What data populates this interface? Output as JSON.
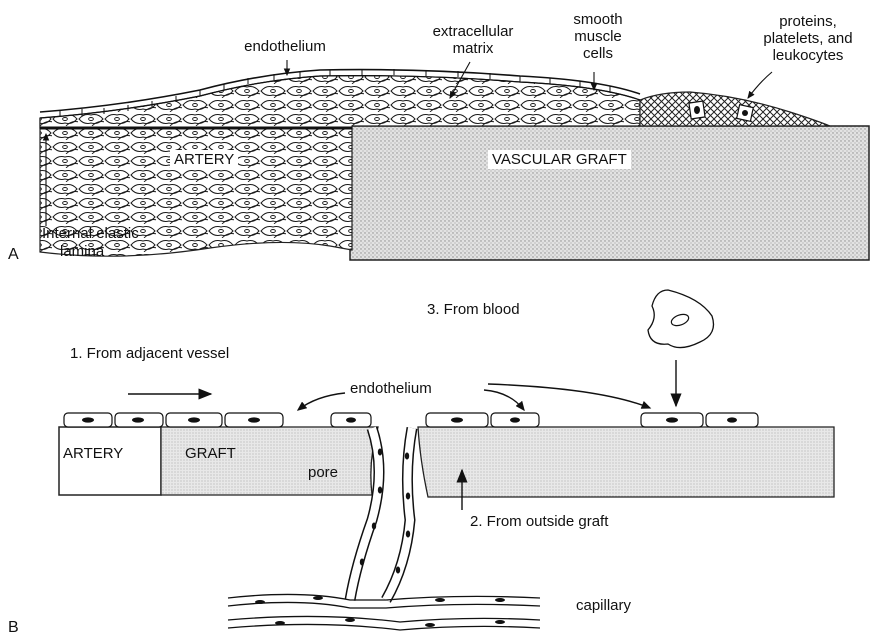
{
  "panel_a": {
    "letter": "A",
    "labels": {
      "endothelium": "endothelium",
      "extracellular_matrix_1": "extracellular",
      "extracellular_matrix_2": "matrix",
      "smooth_muscle_1": "smooth",
      "smooth_muscle_2": "muscle",
      "smooth_muscle_3": "cells",
      "proteins_1": "proteins,",
      "proteins_2": "platelets, and",
      "proteins_3": "leukocytes",
      "artery": "ARTERY",
      "vascular_graft": "VASCULAR GRAFT",
      "elastic_1": "Internal elastic",
      "elastic_2": "lamina"
    }
  },
  "panel_b": {
    "letter": "B",
    "labels": {
      "from_blood": "3. From blood",
      "from_adjacent": "1. From adjacent vessel",
      "endothelium": "endothelium",
      "artery": "ARTERY",
      "graft": "GRAFT",
      "pore": "pore",
      "from_outside": "2. From outside graft",
      "capillary": "capillary"
    }
  }
}
